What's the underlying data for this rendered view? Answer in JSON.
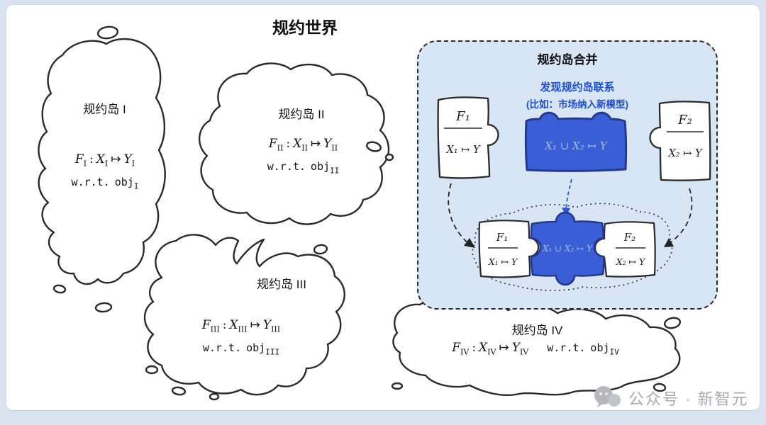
{
  "page": {
    "title": "规约世界"
  },
  "symbols": {
    "F": "F",
    "X": "X",
    "Y": "Y",
    "colon": ":",
    "mapsto": "↦",
    "union": "∪",
    "wrt": "w.r.t.",
    "obj": "obj"
  },
  "islands": [
    {
      "name": "规约岛 I",
      "sub": "I"
    },
    {
      "name": "规约岛 II",
      "sub": "II"
    },
    {
      "name": "规约岛 III",
      "sub": "III"
    },
    {
      "name": "规约岛 IV",
      "sub": "IV"
    }
  ],
  "merge_panel": {
    "title": "规约岛合并",
    "note_line1": "发现规约岛联系",
    "note_line2": "(比如：市场纳入新模型)",
    "piece_left": {
      "label": "F₁",
      "mapping": "X₁ ↦ Y"
    },
    "piece_right": {
      "label": "F₂",
      "mapping": "X₂ ↦ Y"
    },
    "piece_union": {
      "mapping": "X₁ ∪ X₂ ↦ Y"
    }
  },
  "watermark": {
    "text": "公众号 · 新智元"
  },
  "colors": {
    "panel_bg": "#d8e5f4",
    "union_blue": "#3a5ed6",
    "note_blue": "#1d4fd6",
    "outline_ink": "#2a2a2a",
    "watermark_gray": "#a7abb0"
  }
}
